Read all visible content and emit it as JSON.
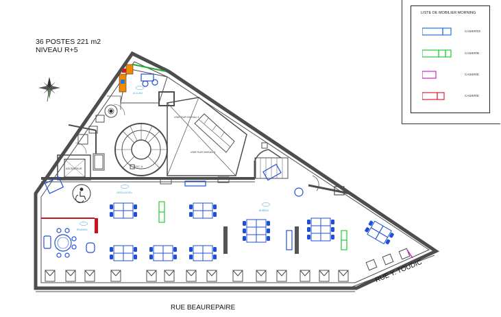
{
  "header": {
    "line1": "36 POSTES 221 m2",
    "line2": "NIVEAU R+5"
  },
  "legend": {
    "title": "LISTE DE MOBILIER MORNING",
    "items": [
      {
        "label": "CASIER/03",
        "color": "#1f77d6"
      },
      {
        "label": "CASIER/B",
        "color": "#22cc33"
      },
      {
        "label": "CASIER/E",
        "color": "#cc22cc"
      },
      {
        "label": "CASIER/E",
        "color": "#dd2233"
      }
    ]
  },
  "rooms": {
    "vide_4": "VIDE SUR NIVEAU 4",
    "vide_3": "VIDE SUR NIVEAU 3",
    "ascenseur": "ASCENSEUR",
    "esc": "ESC. A",
    "circulation": "CIRCULATION",
    "accueil": "ACCUEIL",
    "reunion": "REUNION",
    "bureau": "BUREAU"
  },
  "streets": {
    "bottom": "RUE BEAUREPAIRE",
    "right": "RUE Y. TOUDIC"
  },
  "colors": {
    "wall": "#4d4d4d",
    "desk": "#1f4fd6",
    "storage_green": "#22cc33",
    "storage_red": "#cc1122",
    "room_label": "#3a9fd0"
  }
}
